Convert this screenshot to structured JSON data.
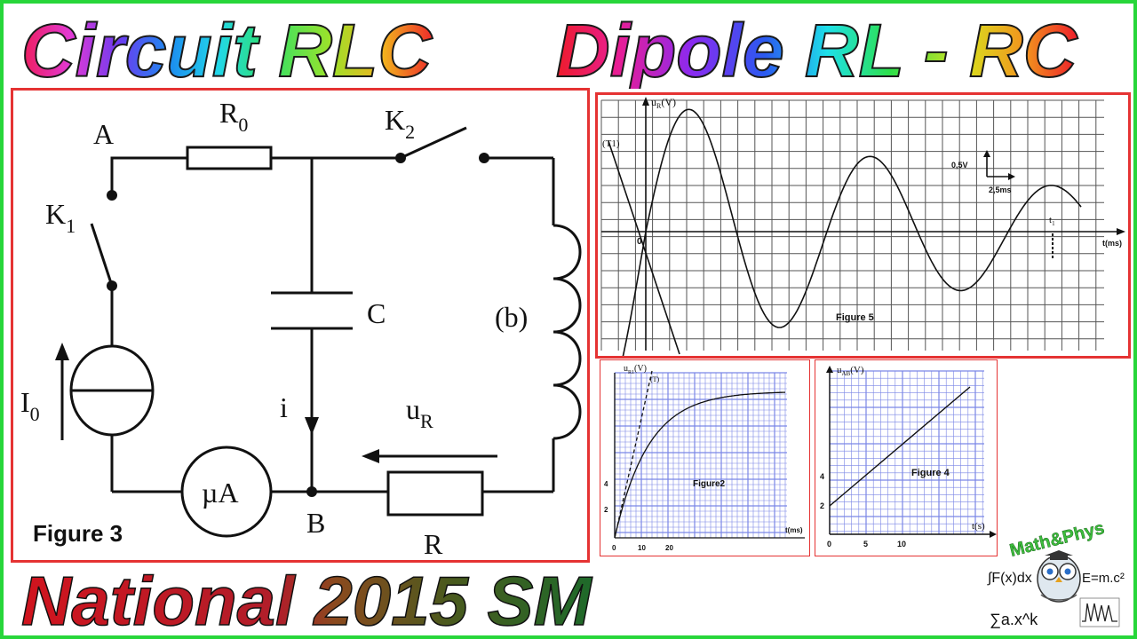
{
  "titles": {
    "left": "Circuit RLC",
    "right": "Dipole RL - RC",
    "bottom": "National 2015 SM"
  },
  "circuit": {
    "caption": "Figure 3",
    "node_a": "A",
    "node_b": "B",
    "resistor_r0": "R",
    "resistor_r0_sub": "0",
    "switch_k1": "K",
    "switch_k1_sub": "1",
    "switch_k2": "K",
    "switch_k2_sub": "2",
    "capacitor": "C",
    "coil": "(b)",
    "source_current": "I",
    "source_current_sub": "0",
    "ammeter": "µA",
    "current": "i",
    "voltage_ur": "u",
    "voltage_ur_sub": "R",
    "resistor_r": "R"
  },
  "figure5": {
    "caption": "Figure 5",
    "ylabel": "u",
    "ylabel_sub": "R",
    "ylabel_unit": "(V)",
    "xlabel": "t(ms)",
    "origin": "0",
    "tangent": "(T1)",
    "scale_v": "0,5V",
    "scale_t": "2,5ms",
    "t1": "t",
    "t1_sub": "1"
  },
  "figure2": {
    "caption": "Figure2",
    "ylabel": "u",
    "ylabel_sub": "R1",
    "ylabel_unit": "(V)",
    "tangent": "(T)",
    "xlabel": "t(ms)",
    "y_ticks": [
      "4",
      "2"
    ],
    "x_ticks": [
      "0",
      "10",
      "20"
    ]
  },
  "figure4": {
    "caption": "Figure 4",
    "ylabel": "u",
    "ylabel_sub": "AB",
    "ylabel_unit": "(V)",
    "xlabel": "t(s)",
    "y_ticks": [
      "4",
      "2"
    ],
    "x_ticks": [
      "0",
      "5",
      "10"
    ]
  },
  "logo": {
    "name": "Math&Phys",
    "integral": "∫F(x)dx",
    "energy": "E=m.c²",
    "sum": "∑a.x^k"
  },
  "colors": {
    "border_green": "#27d63a",
    "panel_red": "#e53333",
    "grid_blue": "#7a86e6",
    "national": "#c8161f"
  }
}
